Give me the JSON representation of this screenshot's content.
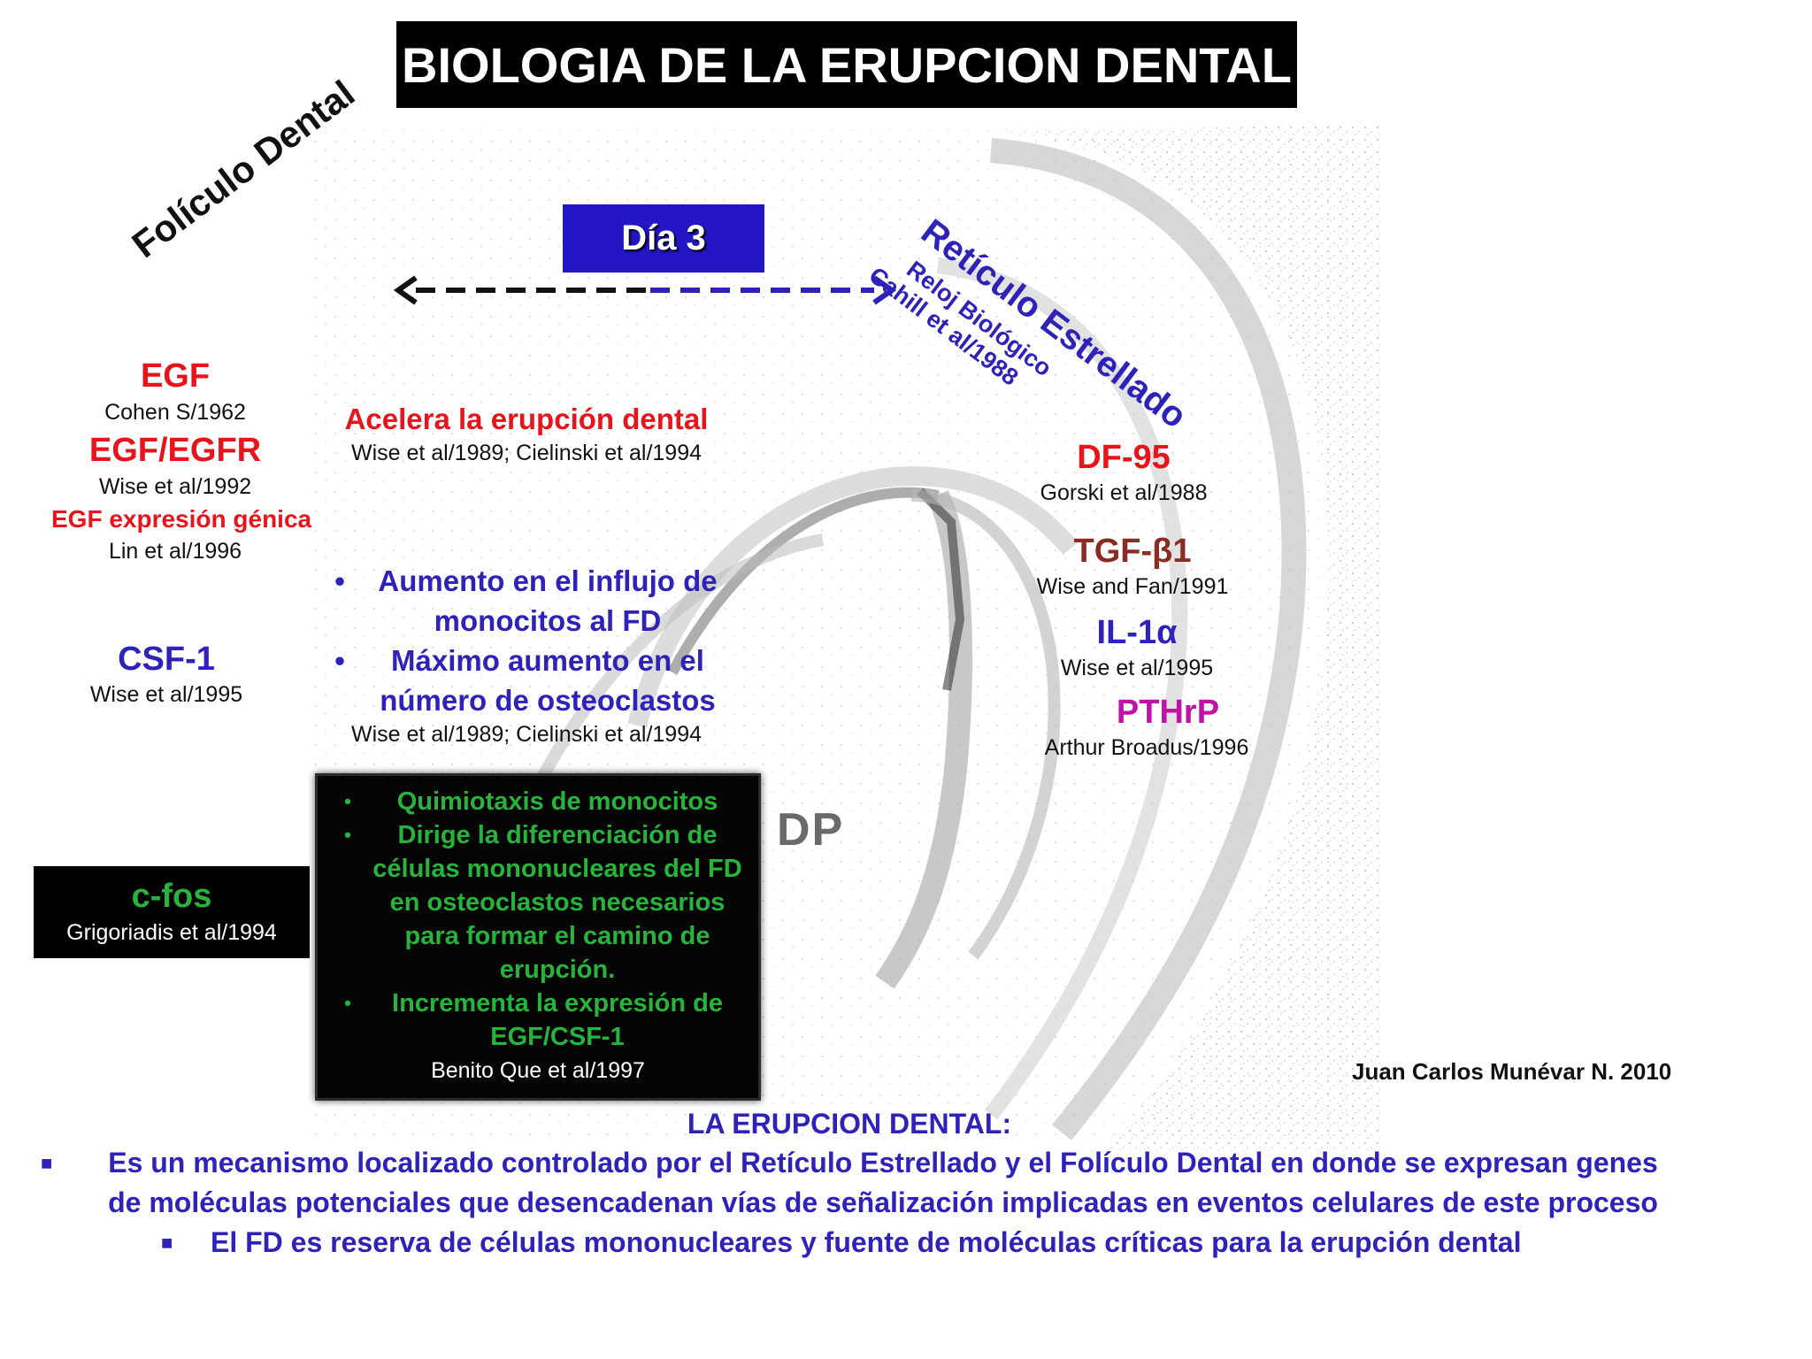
{
  "title": "BIOLOGIA DE LA ERUPCION DENTAL",
  "dia_label": "Día 3",
  "foliculo_label": "Folículo Dental",
  "reticulo": {
    "label": "Retículo Estrellado",
    "sub1": "Reloj Biológico",
    "sub2": "Cahill et al/1988"
  },
  "dp_label": "DP",
  "left_column": [
    {
      "name": "EGF",
      "cite": "Cohen S/1962"
    },
    {
      "name": "EGF/EGFR",
      "cite": "Wise et al/1992"
    },
    {
      "name": "EGF expresión génica",
      "cite": "Lin et al/1996"
    },
    {
      "name": "CSF-1",
      "cite": "Wise et al/1995"
    }
  ],
  "middle": {
    "accel_title": "Acelera la erupción dental",
    "accel_cite": "Wise et al/1989; Cielinski et al/1994",
    "bullets": [
      {
        "line1": "Aumento en el influjo de",
        "line2": "monocitos al FD"
      },
      {
        "line1": "Máximo aumento en el",
        "line2": "número de osteoclastos"
      }
    ],
    "bullets_cite": "Wise et al/1989; Cielinski et al/1994"
  },
  "right_column": [
    {
      "name": "DF-95",
      "cite": "Gorski et al/1988"
    },
    {
      "name": "TGF-β1",
      "cite": "Wise and Fan/1991"
    },
    {
      "name": "IL-1α",
      "cite": "Wise et al/1995"
    },
    {
      "name": "PTHrP",
      "cite": "Arthur Broadus/1996"
    }
  ],
  "cfos": {
    "name": "c-fos",
    "cite": "Grigoriadis et al/1994"
  },
  "dark_box": {
    "b1": [
      "Quimiotaxis de monocitos"
    ],
    "b2": [
      "Dirige  la diferenciación de",
      "células mononucleares del FD",
      "en osteoclastos necesarios",
      "para formar el camino de",
      "erupción."
    ],
    "b3": [
      "Incrementa la expresión de",
      "EGF/CSF-1"
    ],
    "cite": "Benito Que et al/1997"
  },
  "author": "Juan Carlos Munévar N. 2010",
  "footer": {
    "heading": "LA ERUPCION DENTAL:",
    "b1_line1": "Es un mecanismo localizado controlado por el Retículo Estrellado y el Folículo Dental en donde se expresan genes",
    "b1_line2": "de moléculas potenciales que desencadenan vías de señalización implicadas en eventos celulares de este proceso",
    "b2": "El FD es reserva de células mononucleares y fuente de moléculas críticas para la erupción dental"
  },
  "colors": {
    "red": "#e8141c",
    "blue": "#2f22b8",
    "green": "#27b33c",
    "purple": "#c012a8",
    "brown": "#8a2c24"
  }
}
